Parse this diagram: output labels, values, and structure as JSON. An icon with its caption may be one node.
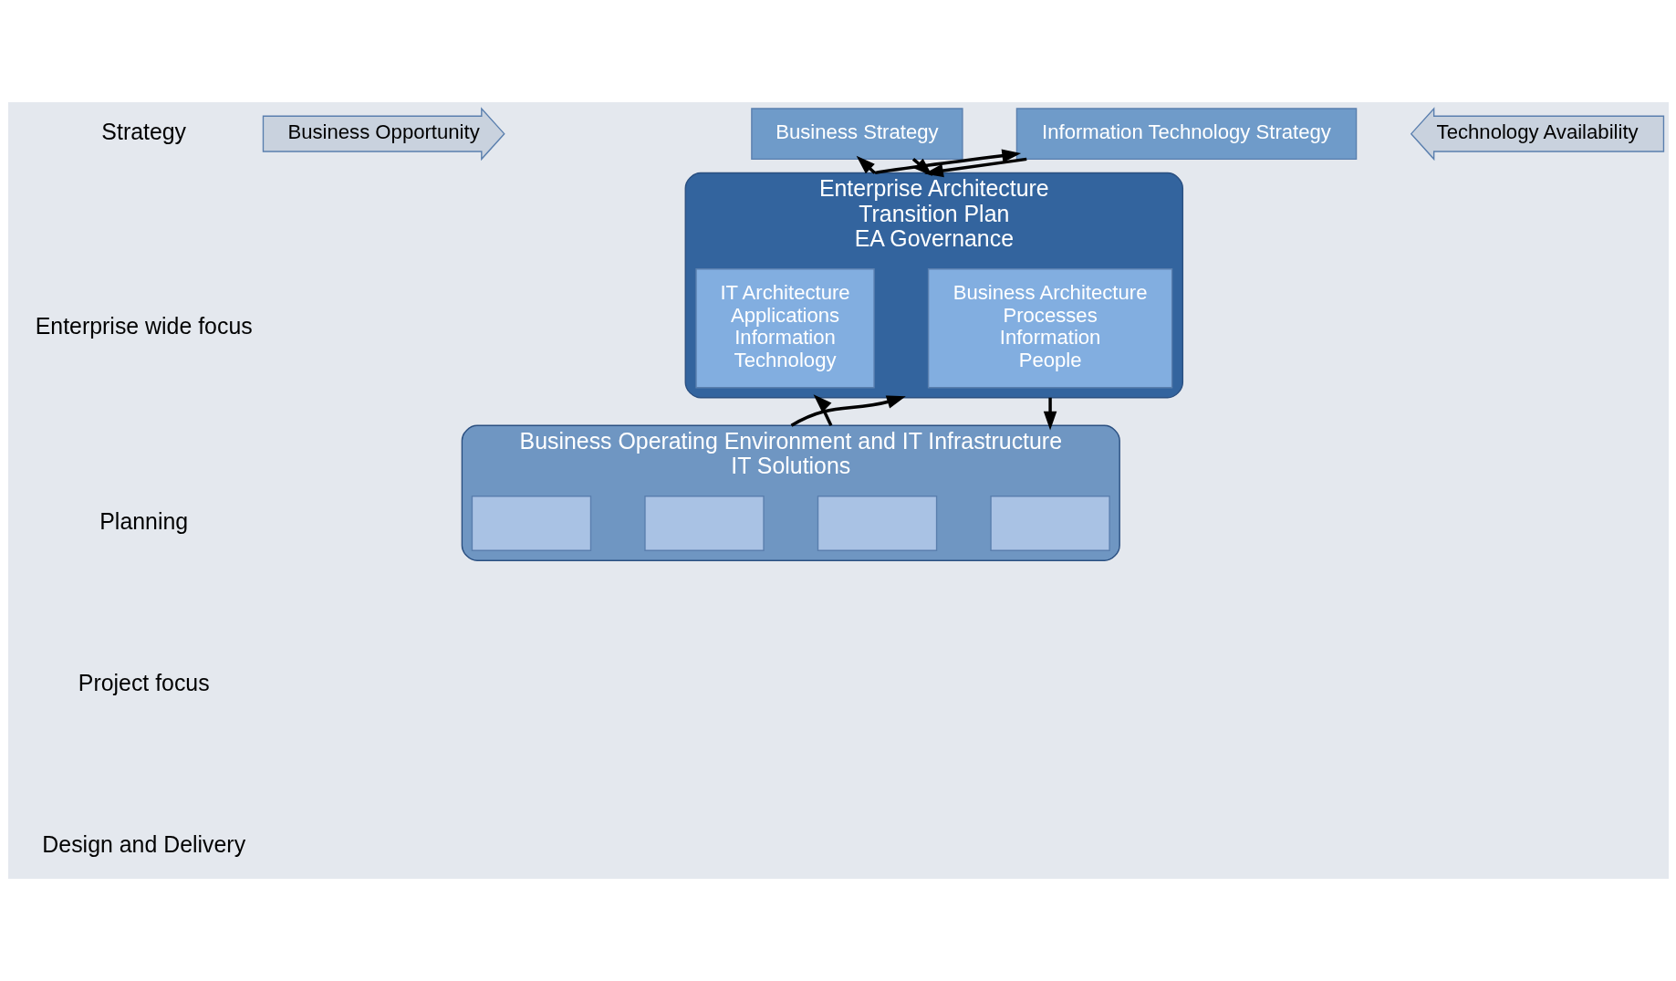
{
  "diagram": {
    "nodes": [
      {
        "text": [
          "Business Opportunity"
        ]
      },
      {
        "text": [
          "Business Strategy"
        ]
      },
      {
        "text": [
          "Information Technology Strategy"
        ]
      },
      {
        "text": [
          "Technology Availability"
        ]
      },
      {
        "text": [
          "Enterprise Architecture",
          "Transition Plan",
          "EA Governance"
        ]
      },
      {
        "text": [
          "Business Architecture",
          "Processes",
          "Information",
          "People"
        ],
        "in": 4
      },
      {
        "text": [
          "IT Architecture",
          "Applications",
          "Information",
          "Technology"
        ],
        "in": 4
      },
      {
        "text": [
          "Business Operating Environment and IT Infrastructure",
          "IT Solutions"
        ]
      },
      {
        "text": [],
        "shape": "box",
        "in": 7
      },
      {
        "text": [],
        "shape": "box",
        "in": 7
      },
      {
        "text": [],
        "shape": "box",
        "in": 7
      },
      {
        "text": [],
        "shape": "box",
        "in": 7
      }
    ],
    "edges": [
      {
        "from": 1,
        "to": 4,
        "arrow": "to"
      },
      {
        "from": 2,
        "to": 4,
        "arrow": "to"
      },
      {
        "from": 4,
        "to": 1,
        "arrow": "to"
      },
      {
        "from": 4,
        "to": 2,
        "arrow": "to"
      },
      {
        "from": 4,
        "to": 7,
        "arrow": "to"
      },
      {
        "from": 7,
        "to": 4,
        "arrow": "to"
      },
      {
        "from": 7,
        "to": 4,
        "arrow": "to"
      }
    ],
    "labels": [
      "Strategy",
      "Enterprise wide focus",
      "Planning",
      "Project focus",
      "Design and Delivery"
    ]
  }
}
